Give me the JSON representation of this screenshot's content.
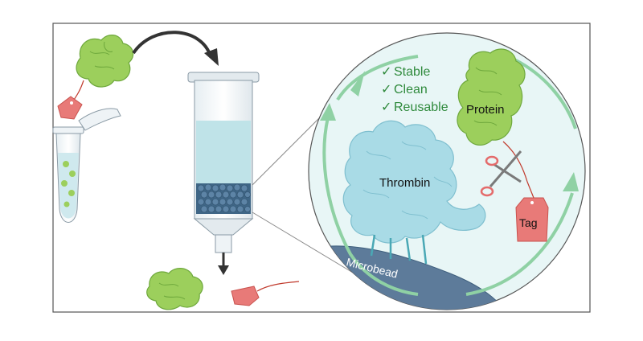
{
  "checklist": [
    "Stable",
    "Clean",
    "Reusable"
  ],
  "check_mark": "✓",
  "labels": {
    "protein": "Protein",
    "thrombin": "Thrombin",
    "tag": "Tag",
    "microbead": "Microbead"
  },
  "colors": {
    "protein_green": "#9ccf5c",
    "protein_outline": "#6ea83c",
    "thrombin_blue": "#a9dbe6",
    "tag_red": "#e87a78",
    "bead_slate": "#5d7b9a",
    "beads_dark": "#3f6686",
    "arrow_green": "#8fd1a4",
    "check_text_green": "#2f8a3c",
    "liquid_blue": "#bfe3e8",
    "frame_gray": "#555555"
  }
}
